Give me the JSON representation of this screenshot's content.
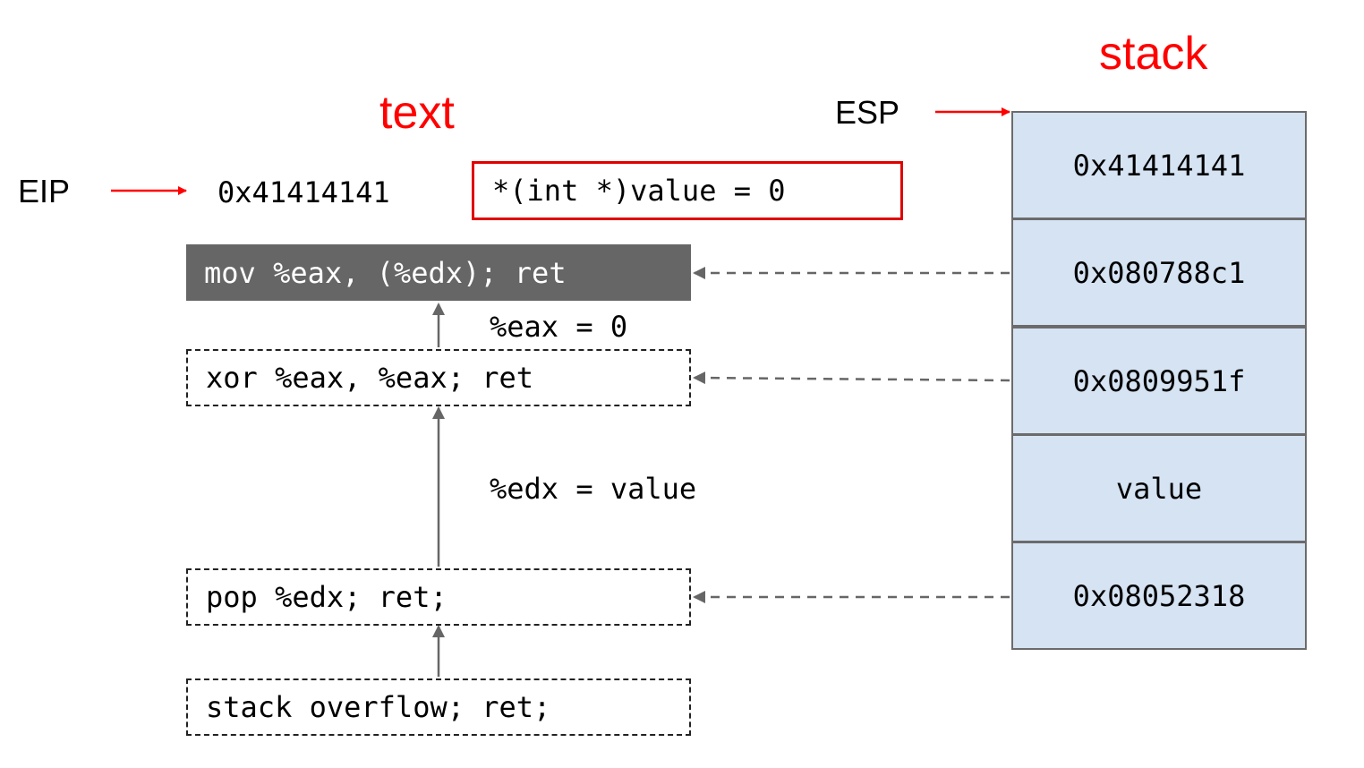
{
  "titles": {
    "text": "text",
    "stack": "stack"
  },
  "registers": {
    "eip": "EIP",
    "esp": "ESP"
  },
  "eip_value": "0x41414141",
  "goal": "*(int *)value = 0",
  "gadgets": [
    "mov %eax, (%edx); ret",
    "xor %eax, %eax; ret",
    "pop %edx; ret;",
    "stack overflow; ret;"
  ],
  "annotations": {
    "eax": "%eax = 0",
    "edx": "%edx = value"
  },
  "stack": [
    "0x41414141",
    "0x080788c1",
    "0x0809951f",
    "value",
    "0x08052318"
  ],
  "colors": {
    "accent": "#ff0000",
    "stack_cell": "#d5e3f3",
    "highlight_box": "#666666",
    "arrow_gray": "#666666"
  }
}
